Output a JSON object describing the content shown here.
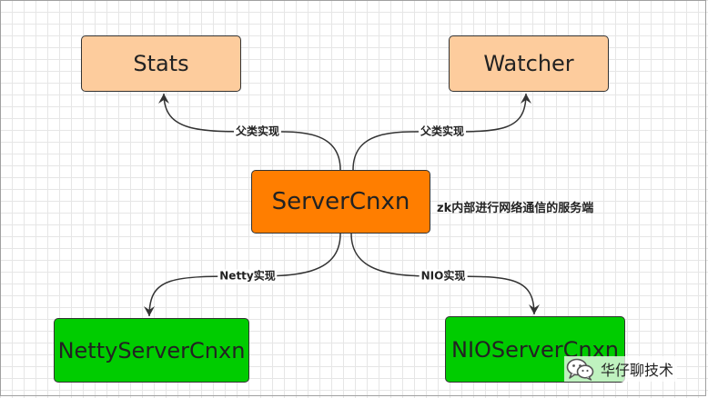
{
  "colors": {
    "parent_fill": "#fdcc9d",
    "core_fill": "#ff7e00",
    "child_fill": "#00cc00",
    "stroke": "#333333"
  },
  "nodes": {
    "stats": "Stats",
    "watcher": "Watcher",
    "server": "ServerCnxn",
    "netty": "NettyServerCnxn",
    "nio": "NIOServerCnxn"
  },
  "edges": {
    "server_to_stats": "父类实现",
    "server_to_watcher": "父类实现",
    "server_to_netty": "Netty实现",
    "server_to_nio": "NIO实现"
  },
  "annotation": "zk内部进行网络通信的服务端",
  "watermark": {
    "text": "华仔聊技术",
    "icon": "wechat-icon"
  }
}
